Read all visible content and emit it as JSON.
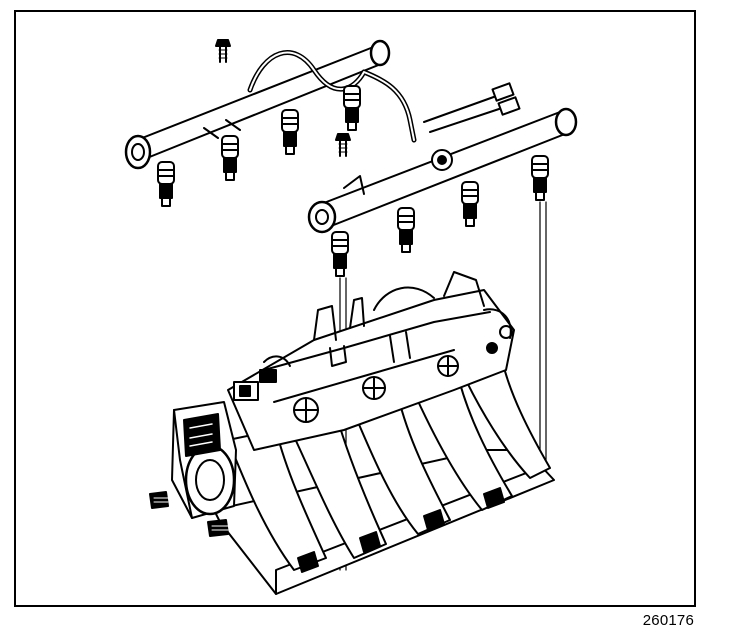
{
  "figure": {
    "number": "260176",
    "colors": {
      "line": "#000000",
      "background": "#ffffff"
    },
    "components": [
      "fuel-rail-left",
      "fuel-rail-right",
      "fuel-crossover-pipe",
      "fuel-injectors",
      "fuel-rail-bolts",
      "intake-manifold",
      "throttle-body"
    ]
  }
}
